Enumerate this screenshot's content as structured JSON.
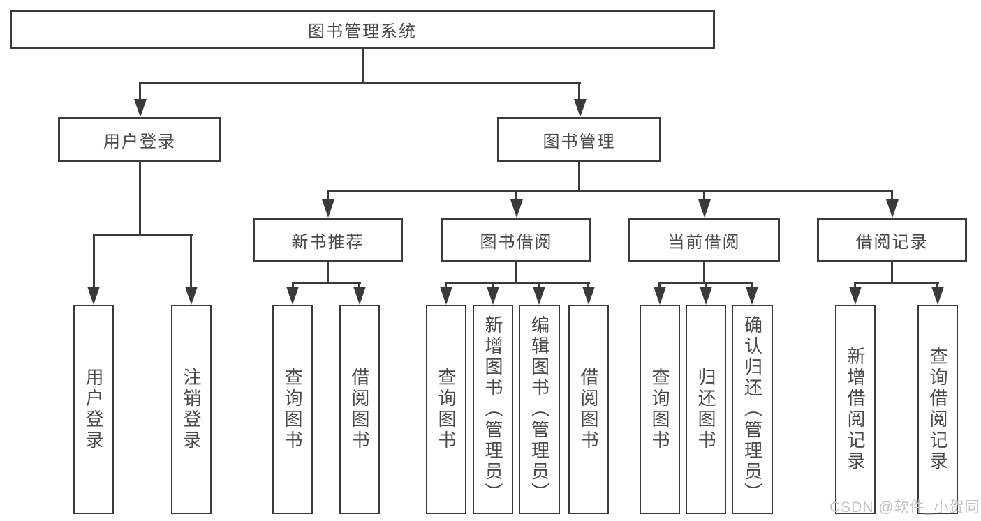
{
  "tree": {
    "root": {
      "label": "图书管理系统",
      "children": [
        {
          "label": "用户登录",
          "children": [
            {
              "label": "用户登录"
            },
            {
              "label": "注销登录"
            }
          ]
        },
        {
          "label": "图书管理",
          "children": [
            {
              "label": "新书推荐",
              "children": [
                {
                  "label": "查询图书"
                },
                {
                  "label": "借阅图书"
                }
              ]
            },
            {
              "label": "图书借阅",
              "children": [
                {
                  "label": "查询图书"
                },
                {
                  "label": "新增图书（管理员）"
                },
                {
                  "label": "编辑图书（管理员）"
                },
                {
                  "label": "借阅图书"
                }
              ]
            },
            {
              "label": "当前借阅",
              "children": [
                {
                  "label": "查询图书"
                },
                {
                  "label": "归还图书"
                },
                {
                  "label": "确认归还（管理员）"
                }
              ]
            },
            {
              "label": "借阅记录",
              "children": [
                {
                  "label": "新增借阅记录"
                },
                {
                  "label": "查询借阅记录"
                }
              ]
            }
          ]
        }
      ]
    }
  },
  "watermark": {
    "text": "CSDN @软件_小贺同学"
  },
  "colors": {
    "line": "#3a3a3a",
    "text": "#4a4a4a",
    "watermark": "#c3c3c3",
    "background": "#ffffff"
  }
}
